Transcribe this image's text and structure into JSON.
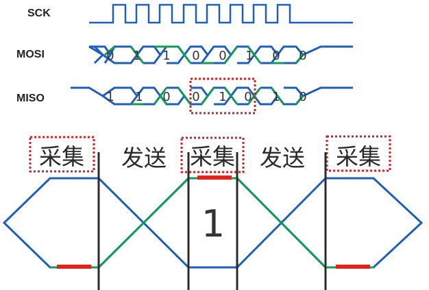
{
  "colors": {
    "blue": "#1f5eb8",
    "green": "#119b59",
    "red": "#e0241b",
    "dark": "#2b2b2b"
  },
  "signals": {
    "sck": "SCK",
    "mosi": "MOSI",
    "miso": "MISO",
    "mosi_bits": [
      "0",
      "1",
      "1",
      "0",
      "0",
      "1",
      "0",
      "0"
    ],
    "miso_bits": [
      "1",
      "1",
      "0",
      "0",
      "1",
      "0",
      "1",
      "0"
    ]
  },
  "phases": {
    "sample1": "采集",
    "send1": "发送",
    "sample2": "采集",
    "send2": "发送",
    "sample3": "采集"
  },
  "sampled_value": "1"
}
